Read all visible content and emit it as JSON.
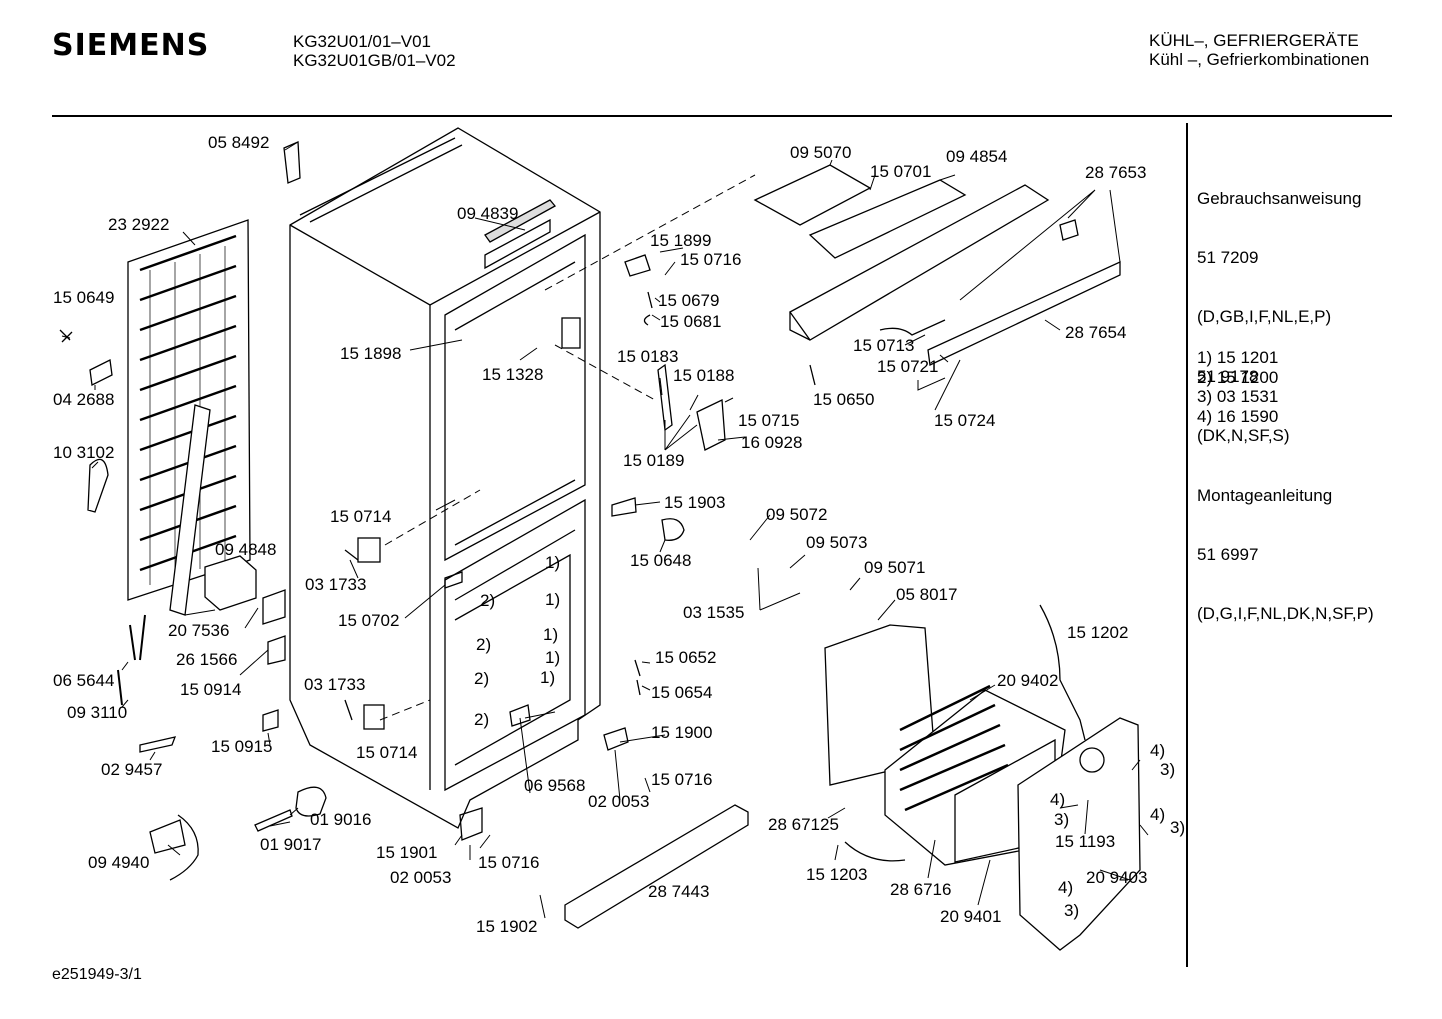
{
  "header": {
    "brand": "SIEMENS",
    "model_line1": "KG32U01/01–V01",
    "model_line2": "KG32U01GB/01–V02",
    "category_line1": "KÜHL–, GEFRIERGERÄTE",
    "category_line2": "Kühl –, Gefrierkombinationen"
  },
  "side_panel": {
    "lines": [
      "Gebrauchsanweisung",
      "51 7209",
      "(D,GB,I,F,NL,E,P)",
      "51 9178",
      "(DK,N,SF,S)",
      "Montageanleitung",
      "51 6997",
      "(D,G,I,F,NL,DK,N,SF,P)"
    ],
    "notes": [
      "1)  15 1201",
      "2)  15 1200",
      "3)  03 1531",
      "4)  16 1590"
    ]
  },
  "footer": {
    "code": "e251949-3/1"
  },
  "part_labels": [
    "05 8492",
    "23 2922",
    "09 4839",
    "15 0649",
    "04 2688",
    "10 3102",
    "15 1898",
    "15 1328",
    "15 0714",
    "09 4848",
    "03 1733",
    "15 0702",
    "20 7536",
    "26 1566",
    "06 5644",
    "15 0914",
    "09 3110",
    "03 1733",
    "15 0714",
    "15 0915",
    "02 9457",
    "01 9016",
    "01 9017",
    "09 4940",
    "15 1901",
    "15 0716",
    "02 0053",
    "06 9568",
    "02 0053",
    "15 0716",
    "15 1902",
    "28 7443",
    "09 5070",
    "15 0701",
    "09 4854",
    "28 7653",
    "28 7654",
    "15 1899",
    "15 0716",
    "15 0679",
    "15 0681",
    "15 0713",
    "15 0721",
    "15 0650",
    "15 0724",
    "15 0183",
    "15 0188",
    "15 0715",
    "16 0928",
    "15 0189",
    "15 1903",
    "15 0648",
    "09 5072",
    "09 5073",
    "09 5071",
    "03 1535",
    "05 8017",
    "15 1202",
    "15 0652",
    "15 0654",
    "15 1900",
    "20 9402",
    "28 67125",
    "15 1203",
    "28 6716",
    "20 9401",
    "15 1193",
    "20 9403",
    "1)",
    "1)",
    "1)",
    "1)",
    "1)",
    "2)",
    "2)",
    "2)",
    "2)",
    "4)",
    "3)",
    "4)",
    "3)",
    "4)",
    "3)",
    "4)",
    "3)"
  ]
}
